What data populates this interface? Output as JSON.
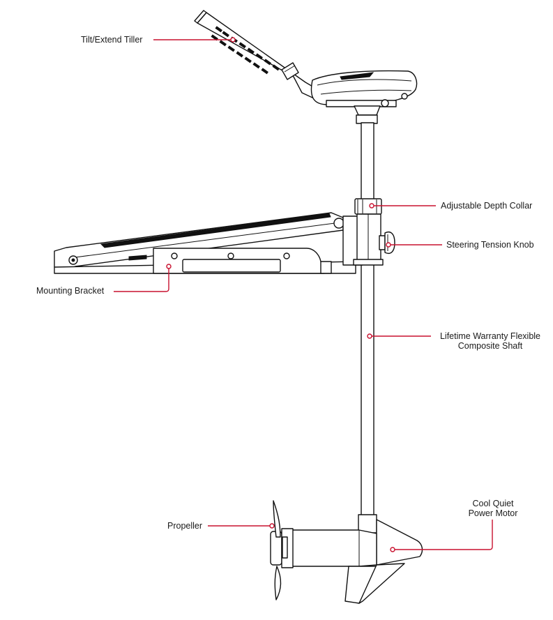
{
  "labels": {
    "tiller": "Tilt/Extend Tiller",
    "depth_collar": "Adjustable Depth Collar",
    "tension_knob": "Steering Tension Knob",
    "mounting_bracket": "Mounting Bracket",
    "shaft_line1": "Lifetime Warranty Flexible",
    "shaft_line2": "Composite Shaft",
    "motor_line1": "Cool Quiet",
    "motor_line2": "Power Motor",
    "propeller": "Propeller"
  },
  "colors": {
    "callout": "#c8102e",
    "outline": "#111111"
  }
}
